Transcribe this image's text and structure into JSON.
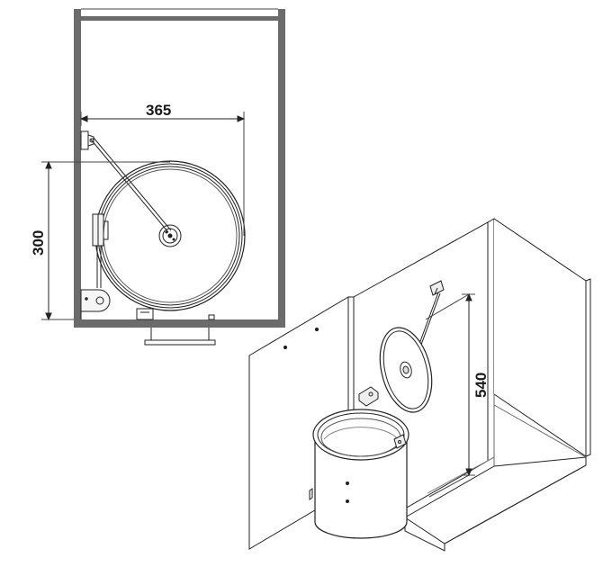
{
  "top_view": {
    "width_dimension": "365",
    "depth_dimension": "300"
  },
  "iso_view": {
    "height_dimension": "540"
  },
  "colors": {
    "line": "#222222",
    "cabinet_wall": "#666666"
  }
}
